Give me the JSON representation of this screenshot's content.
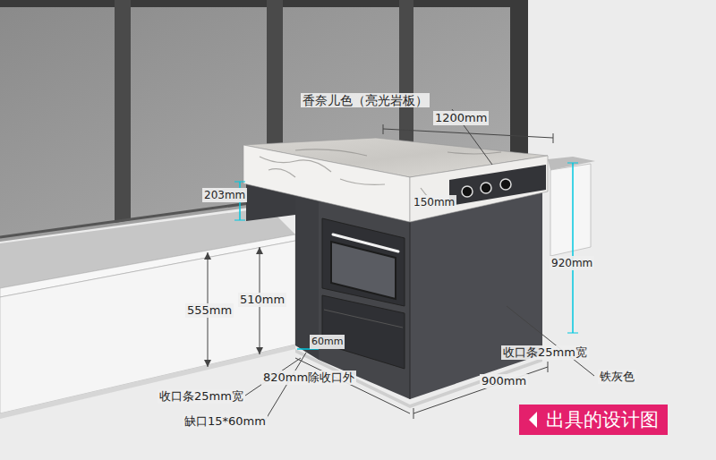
{
  "diagram": {
    "nodes": [
      {
        "text": [
          "出具的设计图"
        ]
      }
    ],
    "labels": [
      "香奈儿色（亮光岩板）",
      "1200mm",
      "203mm",
      "150mm",
      "920mm",
      "555mm",
      "510mm",
      "60mm",
      "收口条25mm宽",
      "820mm除收口外",
      "900mm",
      "铁灰色",
      "收口条25mm宽",
      "缺口15*60mm"
    ]
  }
}
